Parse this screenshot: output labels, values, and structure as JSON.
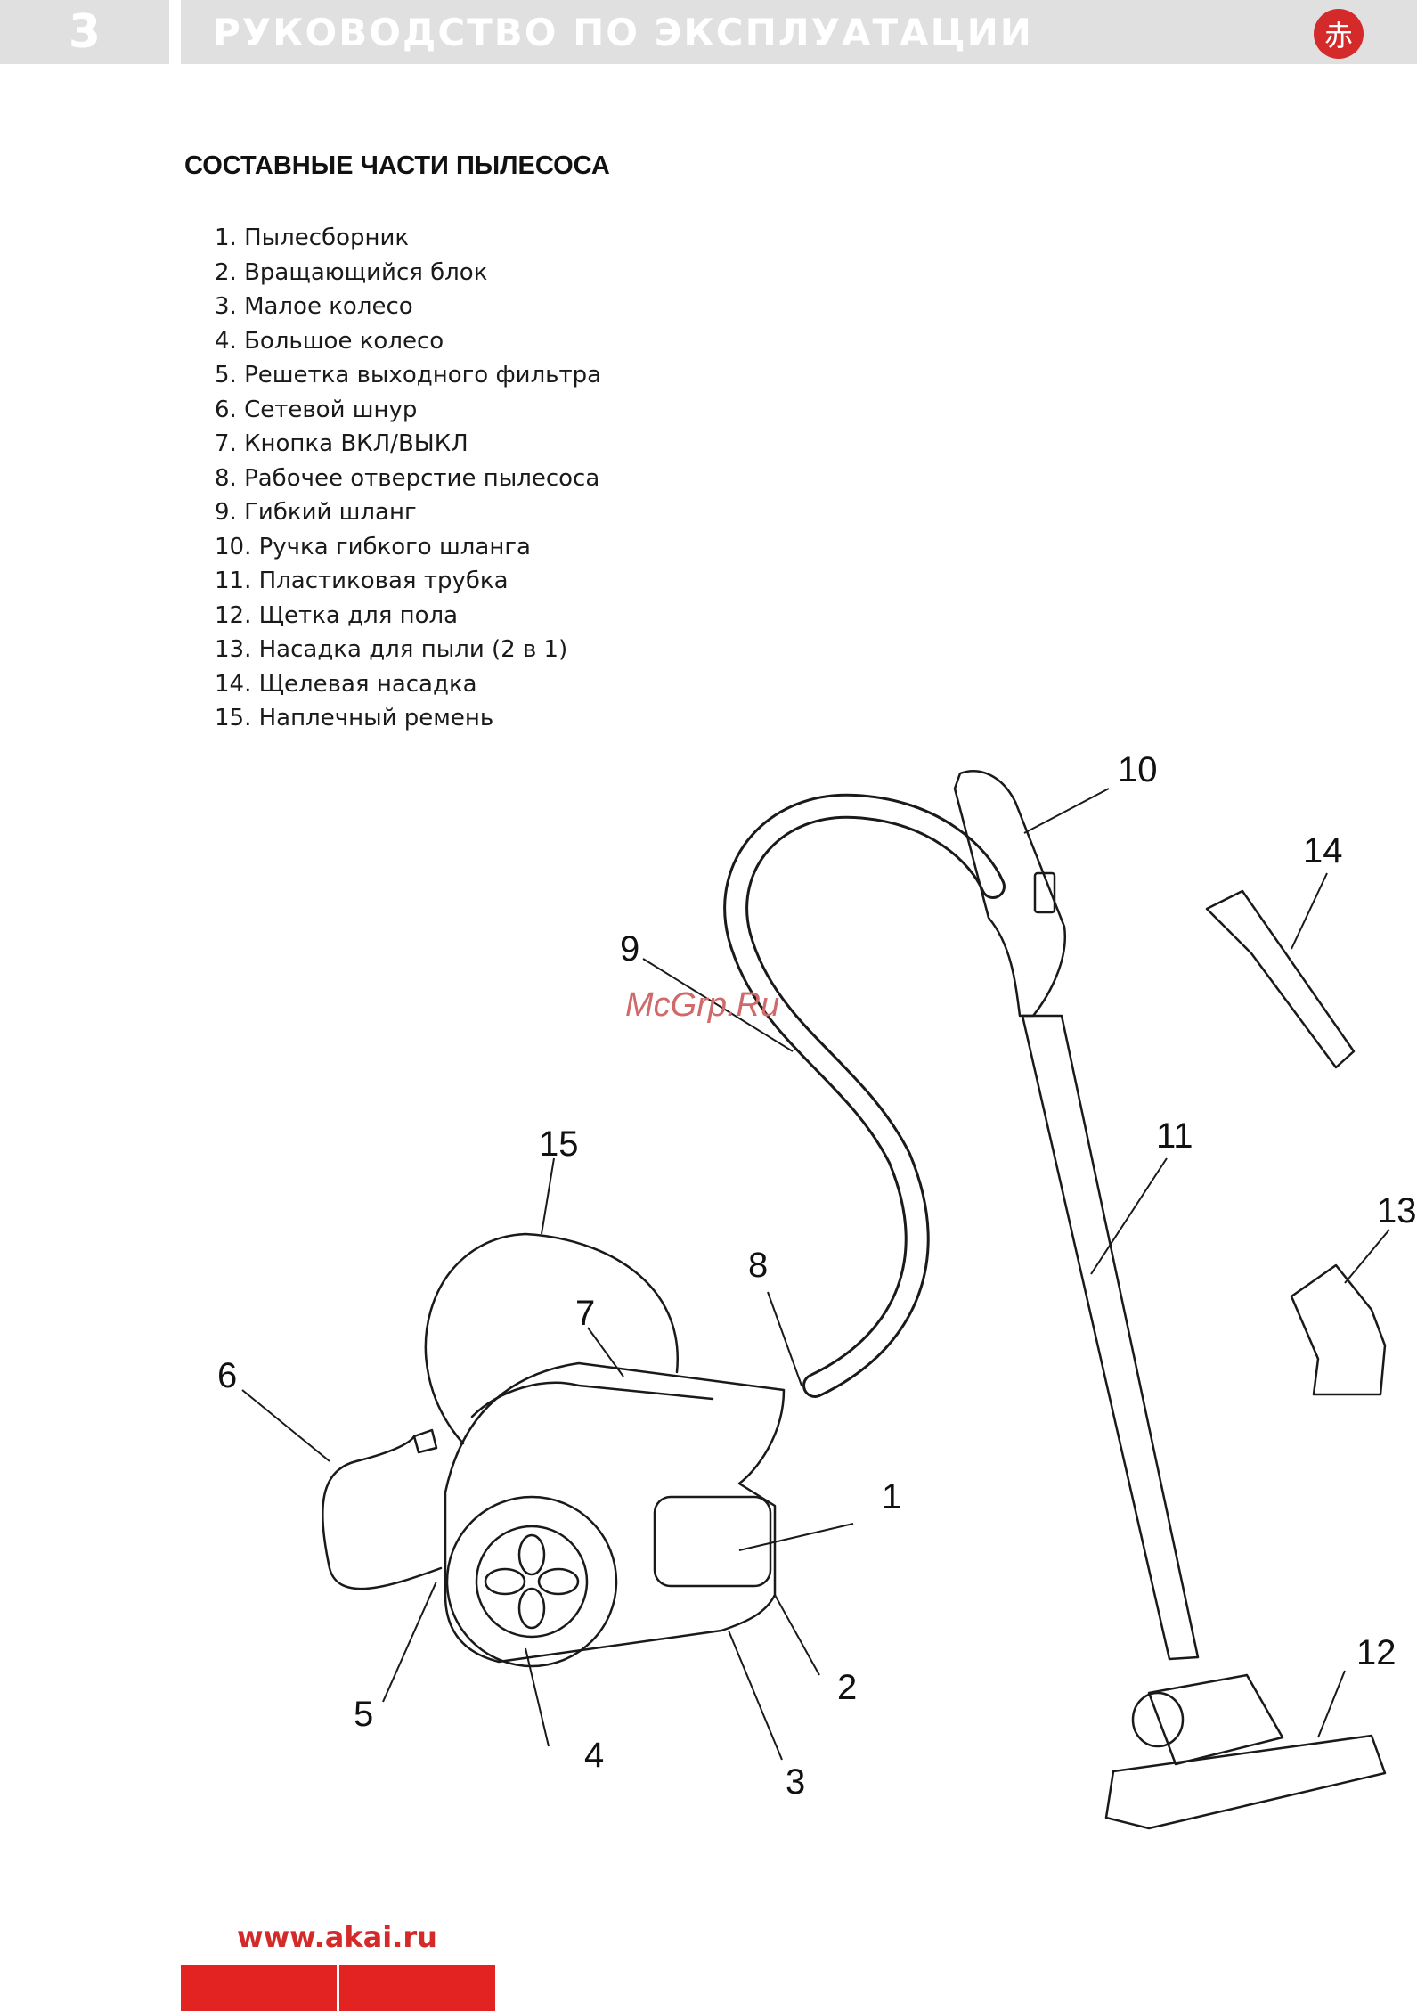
{
  "header": {
    "page_number": "3",
    "title": "РУКОВОДСТВО ПО ЭКСПЛУАТАЦИИ",
    "logo_glyph": "赤",
    "accent_color": "#e32222",
    "bar_color": "#e0e0e0"
  },
  "section": {
    "title": "СОСТАВНЫЕ ЧАСТИ ПЫЛЕСОСА"
  },
  "parts": [
    "1. Пылесборник",
    "2. Вращающийся блок",
    "3. Малое колесо",
    "4. Большое колесо",
    "5. Решетка выходного фильтра",
    "6. Сетевой шнур",
    "7. Кнопка ВКЛ/ВЫКЛ",
    "8. Рабочее отверстие пылесоса",
    "9. Гибкий шланг",
    "10. Ручка гибкого шланга",
    "11. Пластиковая  трубка",
    "12. Щетка для пола",
    "13. Насадка для пыли (2 в 1)",
    "14. Щелевая насадка",
    "15. Наплечный ремень"
  ],
  "diagram": {
    "watermark": "McGrp.Ru",
    "callouts": [
      "1",
      "2",
      "3",
      "4",
      "5",
      "6",
      "7",
      "8",
      "9",
      "10",
      "11",
      "12",
      "13",
      "14",
      "15"
    ]
  },
  "footer": {
    "url": "www.akai.ru"
  }
}
